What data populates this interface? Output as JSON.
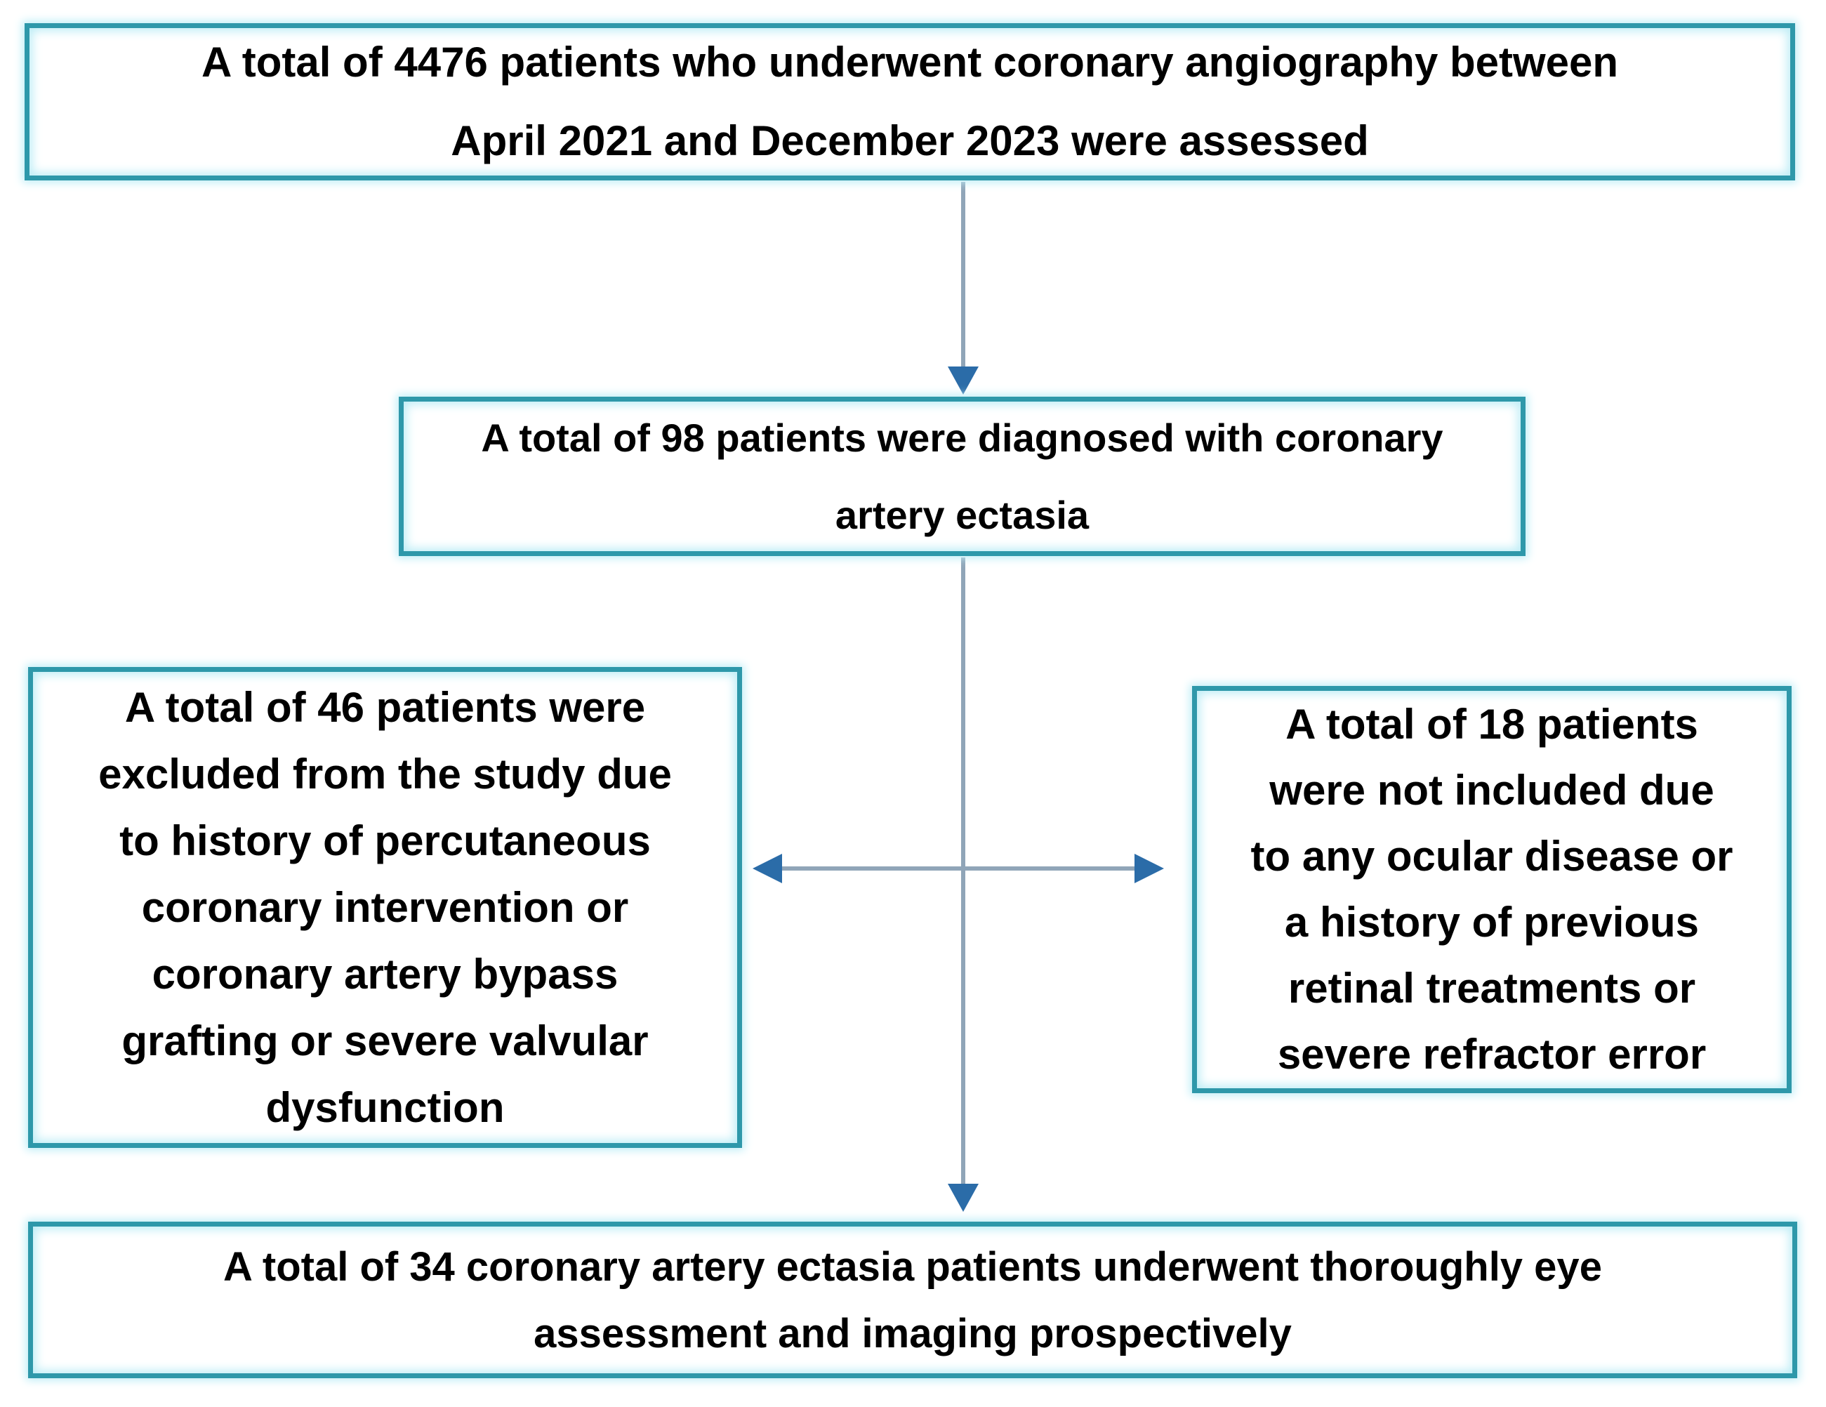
{
  "flowchart": {
    "box_top": {
      "text": "A total of 4476 patients who underwent coronary angiography between\nApril 2021 and December 2023 were assessed"
    },
    "box_diagnosed": {
      "text": "A total of 98 patients were diagnosed with coronary\nartery ectasia"
    },
    "box_excluded": {
      "text": "A total of 46 patients were\nexcluded from the study due\nto history of percutaneous\ncoronary intervention or\ncoronary artery bypass\ngrafting or severe valvular\ndysfunction"
    },
    "box_not_included": {
      "text": "A total of 18 patients\nwere not included due\nto any ocular disease or\na history of previous\nretinal treatments or\nsevere refractor error"
    },
    "box_final": {
      "text": "A total of 34 coronary artery ectasia patients underwent thoroughly eye\nassessment and imaging prospectively"
    }
  },
  "colors": {
    "box_border": "#2E98AA",
    "box_glow": "#BDEDF6",
    "arrow_shaft": "#90A5B8",
    "arrow_head": "#2B6CA8",
    "text_color": "#000000",
    "page_bg": "#FFFFFF"
  }
}
